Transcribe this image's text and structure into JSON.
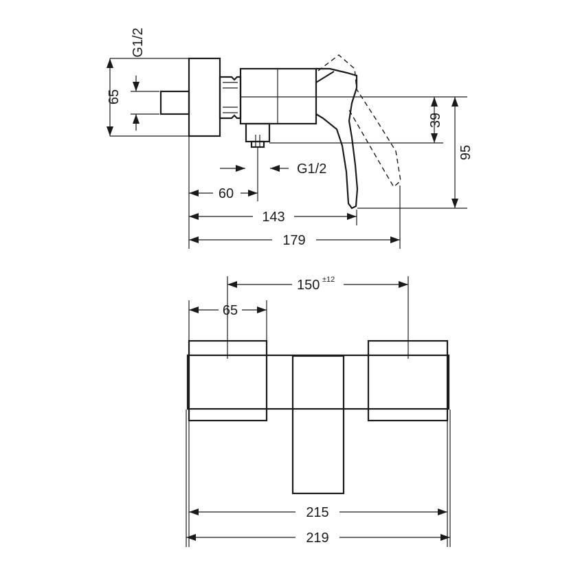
{
  "side_view": {
    "thread_top_label": "G1/2",
    "thread_bottom_label": "G1/2",
    "dim_65": "65",
    "dim_39": "39",
    "dim_95": "95",
    "dim_60": "60",
    "dim_143": "143",
    "dim_179": "179"
  },
  "front_view": {
    "dim_150": "150",
    "dim_150_tolerance": "±12",
    "dim_65": "65",
    "dim_215": "215",
    "dim_219": "219"
  }
}
